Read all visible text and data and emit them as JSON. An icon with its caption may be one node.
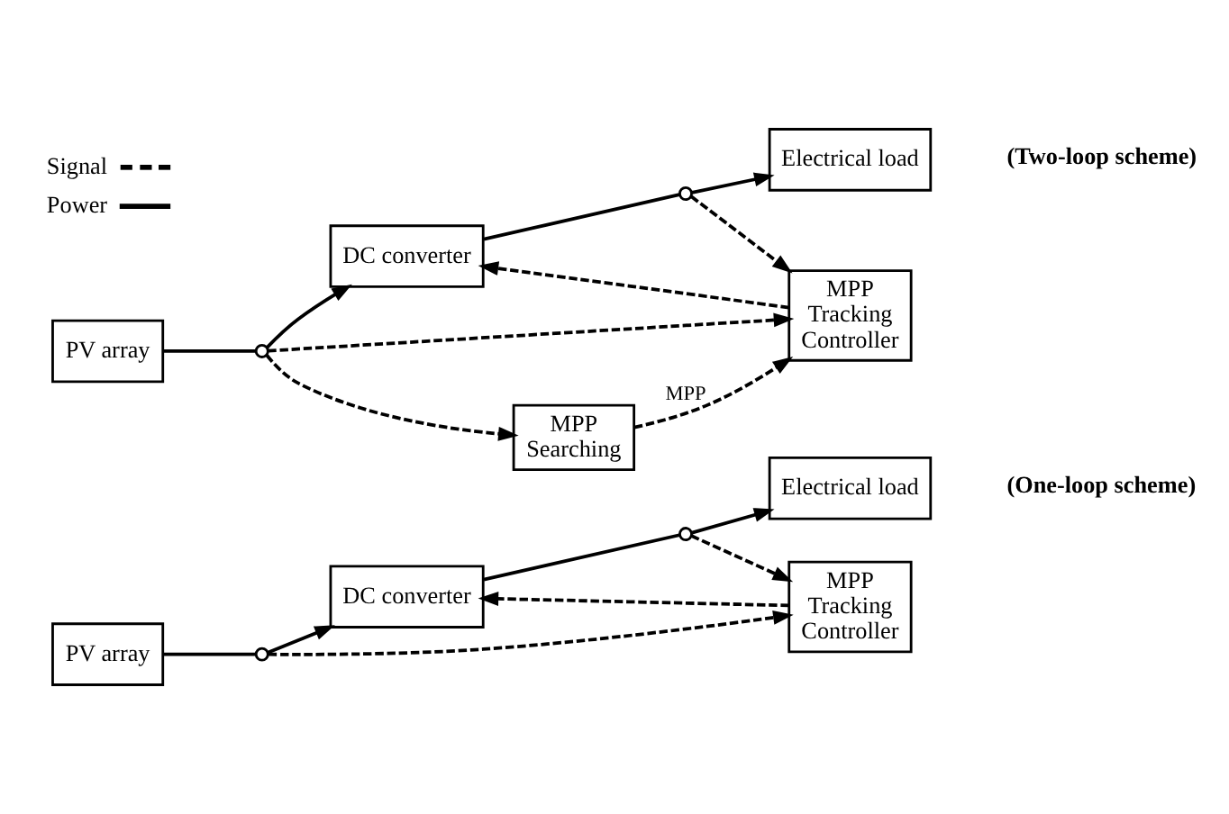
{
  "diagram": {
    "nodes": [
      {
        "text": [
          "PV array"
        ]
      },
      {
        "text": [
          "DC converter"
        ]
      },
      {
        "text": [
          "Electrical load"
        ]
      },
      {
        "text": [
          "MPP Tracking Controller"
        ]
      },
      {
        "text": [
          "PV array"
        ]
      },
      {
        "text": [
          "DC converter"
        ]
      },
      {
        "text": [
          "Electrical load"
        ]
      },
      {
        "text": [
          "MPP Tracking Controller"
        ]
      },
      {
        "text": [
          "MPP Searching"
        ]
      },
      {
        "text": [],
        "shape": "circle"
      },
      {
        "text": [],
        "shape": "circle"
      },
      {
        "text": [],
        "shape": "circle"
      },
      {
        "text": [],
        "shape": "circle"
      }
    ],
    "edges": [
      {
        "from": 0,
        "to": 9,
        "arrow": "none"
      },
      {
        "from": 9,
        "to": 1,
        "arrow": "to"
      },
      {
        "from": 1,
        "to": 10,
        "arrow": "none"
      },
      {
        "from": 10,
        "to": 2,
        "arrow": "to"
      },
      {
        "from": 9,
        "to": 3,
        "arrow": "to",
        "style": "dashed"
      },
      {
        "from": 10,
        "to": 3,
        "arrow": "to",
        "style": "dashed"
      },
      {
        "from": 3,
        "to": 1,
        "arrow": "to",
        "style": "dashed"
      },
      {
        "from": 4,
        "to": 11,
        "arrow": "none"
      },
      {
        "from": 11,
        "to": 5,
        "arrow": "to"
      },
      {
        "from": 5,
        "to": 12,
        "arrow": "none"
      },
      {
        "from": 12,
        "to": 6,
        "arrow": "to"
      },
      {
        "from": 11,
        "to": 8,
        "arrow": "to",
        "style": "dashed"
      },
      {
        "from": 11,
        "to": 7,
        "arrow": "to",
        "style": "dashed"
      },
      {
        "from": 8,
        "to": 7,
        "arrow": "to",
        "style": "dashed",
        "label": "MPP"
      },
      {
        "from": 12,
        "to": 7,
        "arrow": "to",
        "style": "dashed"
      },
      {
        "from": 7,
        "to": 5,
        "arrow": "to",
        "style": "dashed"
      }
    ],
    "labels": [
      "(One-loop scheme)",
      "(Two-loop scheme)"
    ],
    "legend": [
      {
        "text": "Signal"
      },
      {
        "text": "Power"
      }
    ]
  }
}
